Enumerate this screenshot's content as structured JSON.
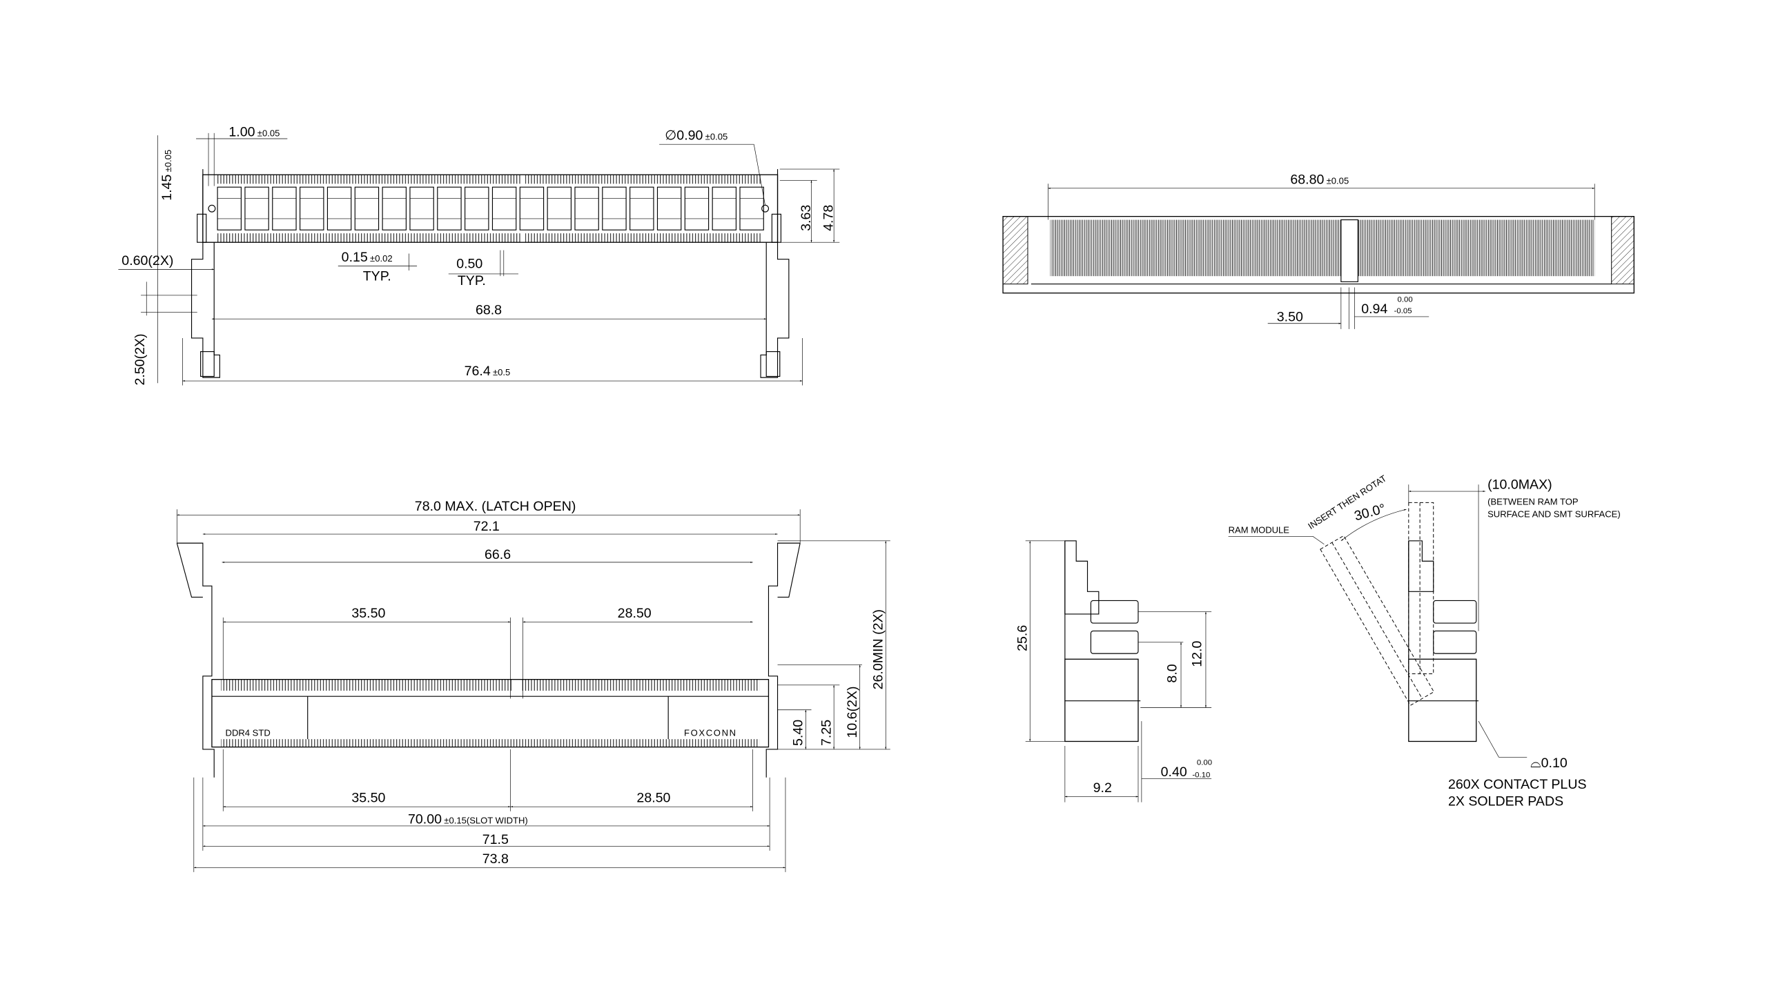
{
  "top_view": {
    "dim_pitch_1": "1.00",
    "dim_pitch_1_tol": "±0.05",
    "dim_1_45": "1.45",
    "dim_1_45_tol": "±0.05",
    "dim_hole": "0.90",
    "dim_hole_tol": "±0.05",
    "diameter_symbol": "∅",
    "dim_0_60": "0.60(2X)",
    "dim_0_15": "0.15",
    "dim_0_15_tol": "±0.02",
    "typ_1": "TYP.",
    "dim_0_50": "0.50",
    "typ_2": "TYP.",
    "dim_68_8": "68.8",
    "dim_76_4": "76.4",
    "dim_76_4_tol": "±0.5",
    "dim_3_63": "3.63",
    "dim_4_78": "4.78",
    "dim_2_50": "2.50(2X)"
  },
  "front_view": {
    "dim_68_80": "68.80",
    "dim_68_80_tol": "±0.05",
    "dim_3_50": "3.50",
    "dim_0_94": "0.94",
    "dim_0_94_upper": "0.00",
    "dim_0_94_lower": "-0.05"
  },
  "bottom_view": {
    "dim_78": "78.0 MAX. (LATCH OPEN)",
    "dim_72_1": "72.1",
    "dim_66_6": "66.6",
    "dim_35_50_top": "35.50",
    "dim_28_50_top": "28.50",
    "label_ddr4": "DDR4 STD",
    "label_brand": "FOXCONN",
    "dim_35_50_bottom": "35.50",
    "dim_28_50_bottom": "28.50",
    "dim_70": "70.00",
    "dim_70_tol": "±0.15",
    "dim_70_note": "(SLOT WIDTH)",
    "dim_71_5": "71.5",
    "dim_73_8": "73.8",
    "dim_5_40": "5.40",
    "dim_7_25": "7.25",
    "dim_10_6": "10.6(2X)",
    "dim_26": "26.0MIN (2X)"
  },
  "side_view": {
    "dim_25_6": "25.6",
    "dim_12_0": "12.0",
    "dim_8_0": "8.0",
    "dim_9_2": "9.2",
    "dim_0_40": "0.40",
    "dim_0_40_upper": "0.00",
    "dim_0_40_lower": "-0.10"
  },
  "insertion_view": {
    "ram_module": "RAM MODULE",
    "insert_note": "INSERT THEN ROTAT",
    "angle": "30.0°",
    "dim_10_max": "(10.0MAX)",
    "note_line1": "(BETWEEN RAM TOP",
    "note_line2": "SURFACE AND SMT SURFACE)",
    "flatness_symbol": "⌓",
    "flatness": "0.10",
    "contact_line1": "260X CONTACT PLUS",
    "contact_line2": "2X SOLDER PADS"
  }
}
